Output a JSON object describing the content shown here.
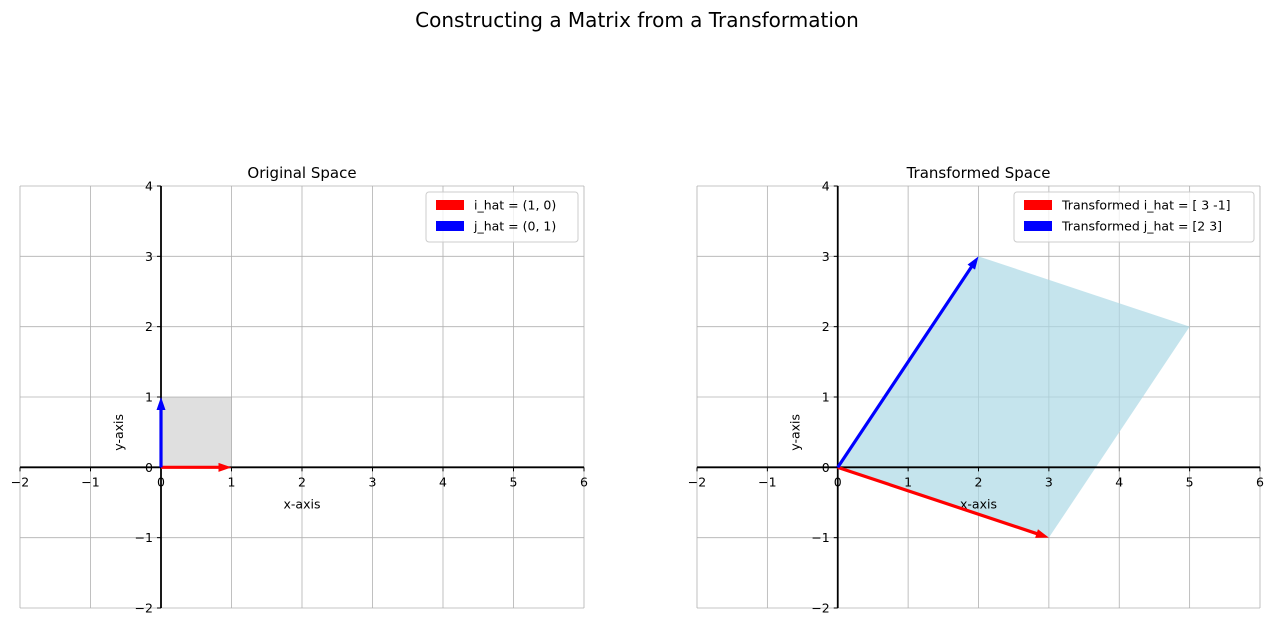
{
  "figure": {
    "title": "Constructing a Matrix from a Transformation"
  },
  "colors": {
    "i_hat": "#ff0000",
    "j_hat": "#0000ff",
    "grid": "#b0b0b0",
    "original_square": "#808080",
    "parallelogram": "#add8e6"
  },
  "chart_data": [
    {
      "type": "quiver",
      "title": "Original Space",
      "xlabel": "x-axis",
      "ylabel": "y-axis",
      "xlim": [
        -2,
        6
      ],
      "ylim": [
        -2,
        4
      ],
      "xticks": [
        -2,
        -1,
        0,
        1,
        2,
        3,
        4,
        5,
        6
      ],
      "yticks": [
        -2,
        -1,
        0,
        1,
        2,
        3,
        4
      ],
      "grid": true,
      "legend_position": "top-right",
      "vectors": [
        {
          "name": "i_hat = (1, 0)",
          "x": 1,
          "y": 0,
          "color": "#ff0000"
        },
        {
          "name": "j_hat = (0, 1)",
          "x": 0,
          "y": 1,
          "color": "#0000ff"
        }
      ],
      "filled_polygon": {
        "points": [
          [
            0,
            0
          ],
          [
            1,
            0
          ],
          [
            1,
            1
          ],
          [
            0,
            1
          ]
        ],
        "color": "#808080",
        "alpha": 0.25
      }
    },
    {
      "type": "quiver",
      "title": "Transformed Space",
      "xlabel": "x-axis",
      "ylabel": "y-axis",
      "xlim": [
        -2,
        6
      ],
      "ylim": [
        -2,
        4
      ],
      "xticks": [
        -2,
        -1,
        0,
        1,
        2,
        3,
        4,
        5,
        6
      ],
      "yticks": [
        -2,
        -1,
        0,
        1,
        2,
        3,
        4
      ],
      "grid": true,
      "legend_position": "top-right",
      "vectors": [
        {
          "name": "Transformed i_hat = [ 3 -1]",
          "x": 3,
          "y": -1,
          "color": "#ff0000"
        },
        {
          "name": "Transformed j_hat = [2 3]",
          "x": 2,
          "y": 3,
          "color": "#0000ff"
        }
      ],
      "filled_polygon": {
        "points": [
          [
            0,
            0
          ],
          [
            3,
            -1
          ],
          [
            5,
            2
          ],
          [
            2,
            3
          ]
        ],
        "color": "#add8e6",
        "alpha": 0.7
      }
    }
  ]
}
